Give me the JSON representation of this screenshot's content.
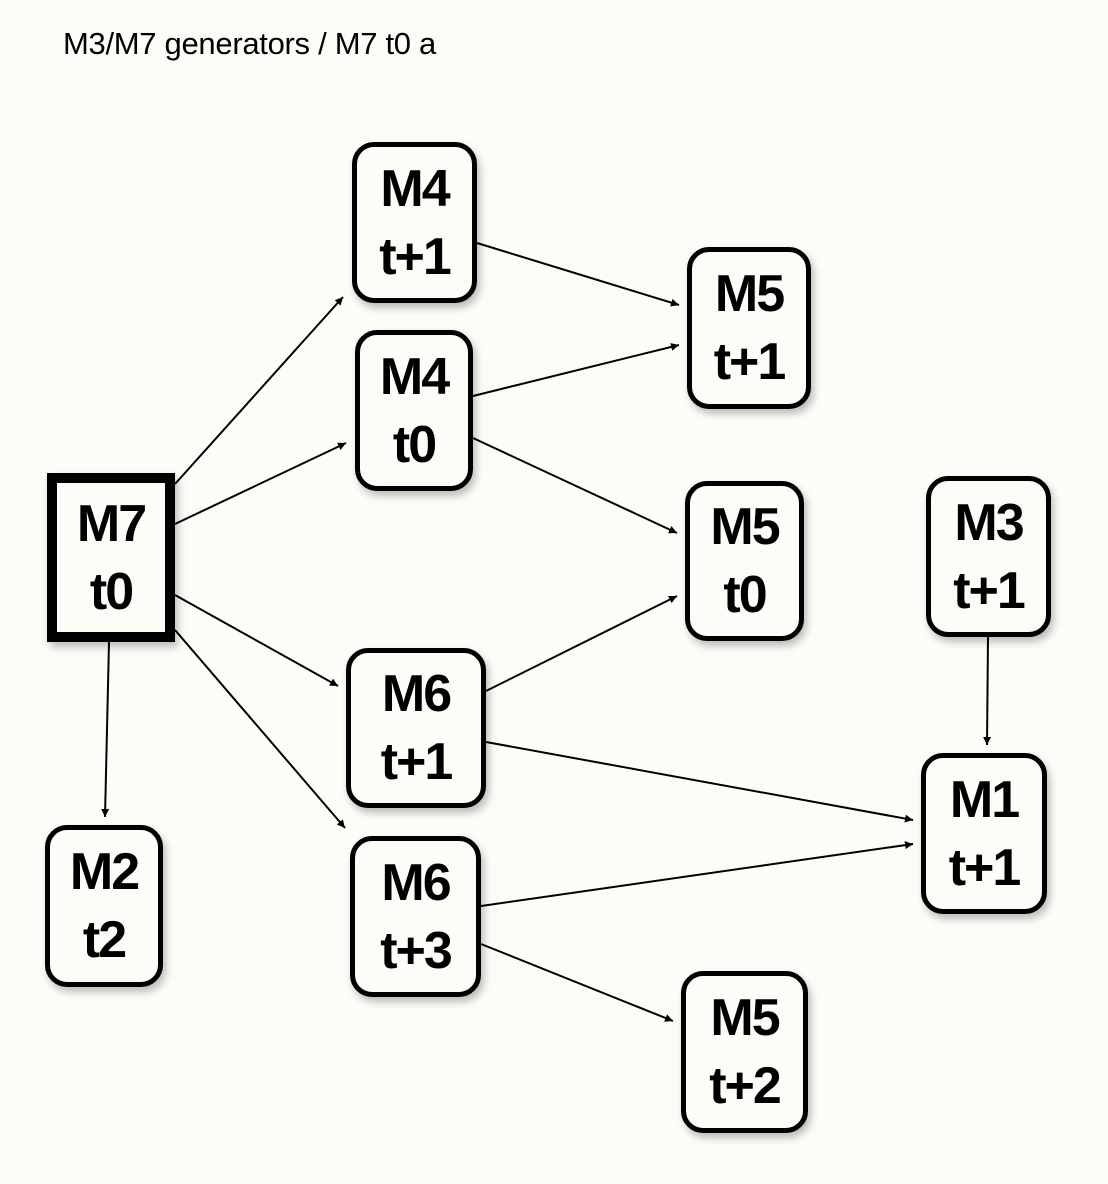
{
  "title": "M3/M7 generators / M7 t0 a",
  "colors": {
    "background": "#fdfcf6",
    "stroke": "#000000"
  },
  "nodes": [
    {
      "id": "m7-t0",
      "module": "M7",
      "time": "t0",
      "style": "square"
    },
    {
      "id": "m4-t1",
      "module": "M4",
      "time": "t+1",
      "style": "rounded"
    },
    {
      "id": "m4-t0",
      "module": "M4",
      "time": "t0",
      "style": "rounded"
    },
    {
      "id": "m5-t1",
      "module": "M5",
      "time": "t+1",
      "style": "rounded"
    },
    {
      "id": "m5-t0",
      "module": "M5",
      "time": "t0",
      "style": "rounded"
    },
    {
      "id": "m3-t1",
      "module": "M3",
      "time": "t+1",
      "style": "rounded"
    },
    {
      "id": "m6-t1",
      "module": "M6",
      "time": "t+1",
      "style": "rounded"
    },
    {
      "id": "m6-t3",
      "module": "M6",
      "time": "t+3",
      "style": "rounded"
    },
    {
      "id": "m1-t1",
      "module": "M1",
      "time": "t+1",
      "style": "rounded"
    },
    {
      "id": "m2-t2",
      "module": "M2",
      "time": "t2",
      "style": "rounded"
    },
    {
      "id": "m5-t2",
      "module": "M5",
      "time": "t+2",
      "style": "rounded"
    }
  ],
  "edges": [
    {
      "from": "m7-t0",
      "to": "m4-t1"
    },
    {
      "from": "m7-t0",
      "to": "m4-t0"
    },
    {
      "from": "m7-t0",
      "to": "m6-t1"
    },
    {
      "from": "m7-t0",
      "to": "m6-t3"
    },
    {
      "from": "m7-t0",
      "to": "m2-t2"
    },
    {
      "from": "m4-t1",
      "to": "m5-t1"
    },
    {
      "from": "m4-t0",
      "to": "m5-t1"
    },
    {
      "from": "m4-t0",
      "to": "m5-t0"
    },
    {
      "from": "m6-t1",
      "to": "m5-t0"
    },
    {
      "from": "m6-t1",
      "to": "m1-t1"
    },
    {
      "from": "m6-t3",
      "to": "m1-t1"
    },
    {
      "from": "m6-t3",
      "to": "m5-t2"
    },
    {
      "from": "m3-t1",
      "to": "m1-t1"
    }
  ]
}
